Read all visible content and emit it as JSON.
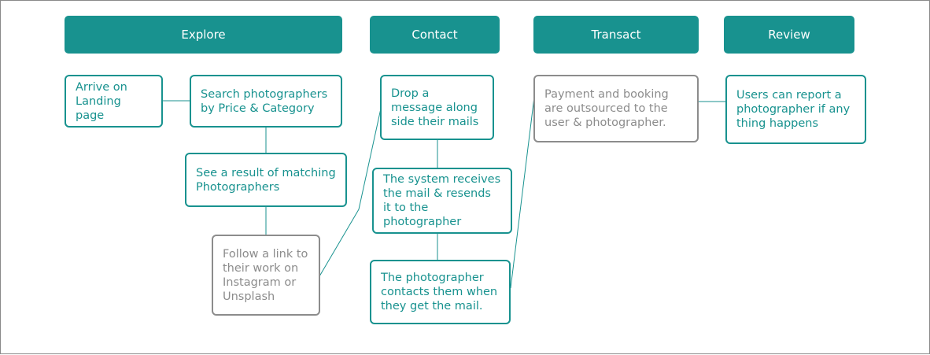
{
  "colors": {
    "teal": "#18928f",
    "grey": "#8c8c8c",
    "stage_text": "#ffffff",
    "connector": "#18928f",
    "frame": "#8a8a8a"
  },
  "stages": {
    "explore": "Explore",
    "contact": "Contact",
    "transact": "Transact",
    "review": "Review"
  },
  "steps": {
    "arrive": "Arrive on Landing page",
    "search": "Search photographers by Price & Category",
    "results": "See a result of matching Photographers",
    "follow": "Follow a link to their work on Instagram or Unsplash",
    "drop": "Drop a message along side their mails",
    "system": "The system receives the mail & resends it to the photographer",
    "contacts": "The photographer contacts them when they get the mail.",
    "payment": "Payment and booking are outsourced to the user & photographer.",
    "report": "Users can report a photographer if any thing happens"
  }
}
